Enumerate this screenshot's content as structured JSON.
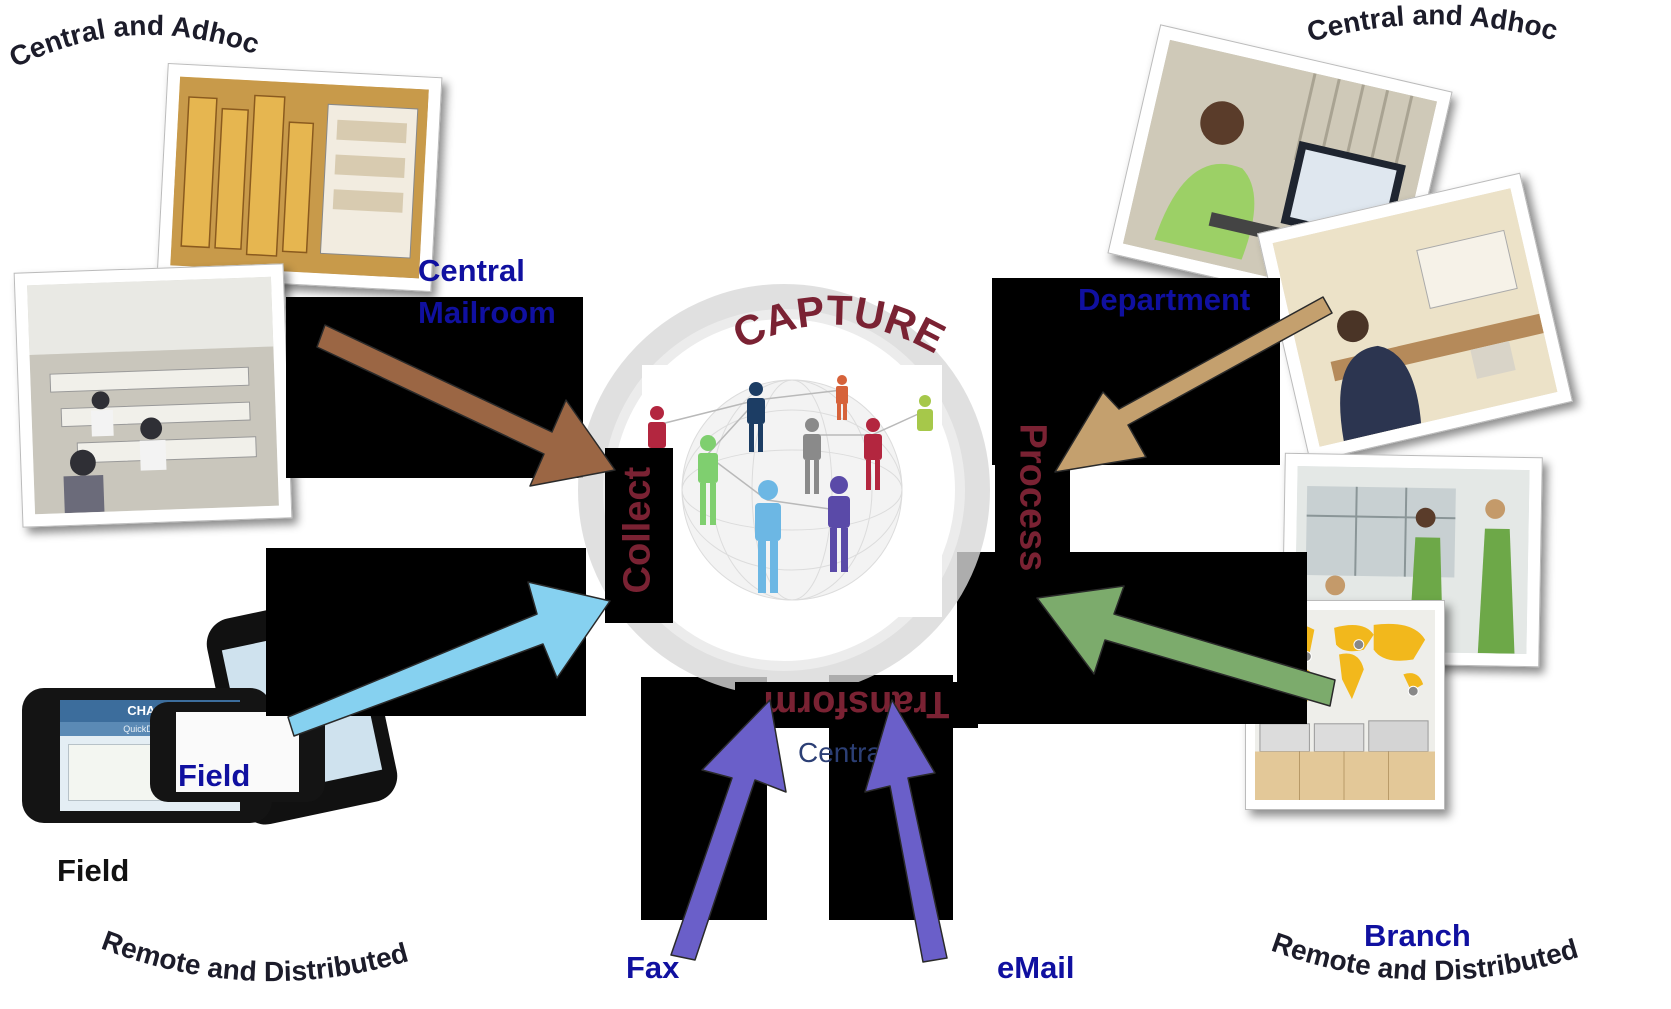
{
  "corner_labels": {
    "top_left": "Central and Adhoc",
    "top_right": "Central and Adhoc",
    "bottom_left": "Remote and Distributed",
    "bottom_right": "Remote and Distributed"
  },
  "sources": {
    "central_mailroom": "Central\nMailroom",
    "department": "Department",
    "field_blue": "Field",
    "field_black": "Field",
    "fax": "Fax",
    "email": "eMail",
    "branch": "Branch"
  },
  "center": {
    "arc_title": "CAPTURE",
    "collect": "Collect",
    "process": "Process",
    "transform": "Transform",
    "central": "Central"
  },
  "phone": {
    "bank": "CHASE",
    "app": "QuickDeposit"
  },
  "colors": {
    "arrow_mailroom": "#9b6644",
    "arrow_department": "#c4a06e",
    "arrow_field": "#86d1f0",
    "arrow_branch": "#7cab6c",
    "arrow_fax_email": "#6a5fc9",
    "label_blue": "#1010a0",
    "capture_text": "#7a2233"
  }
}
